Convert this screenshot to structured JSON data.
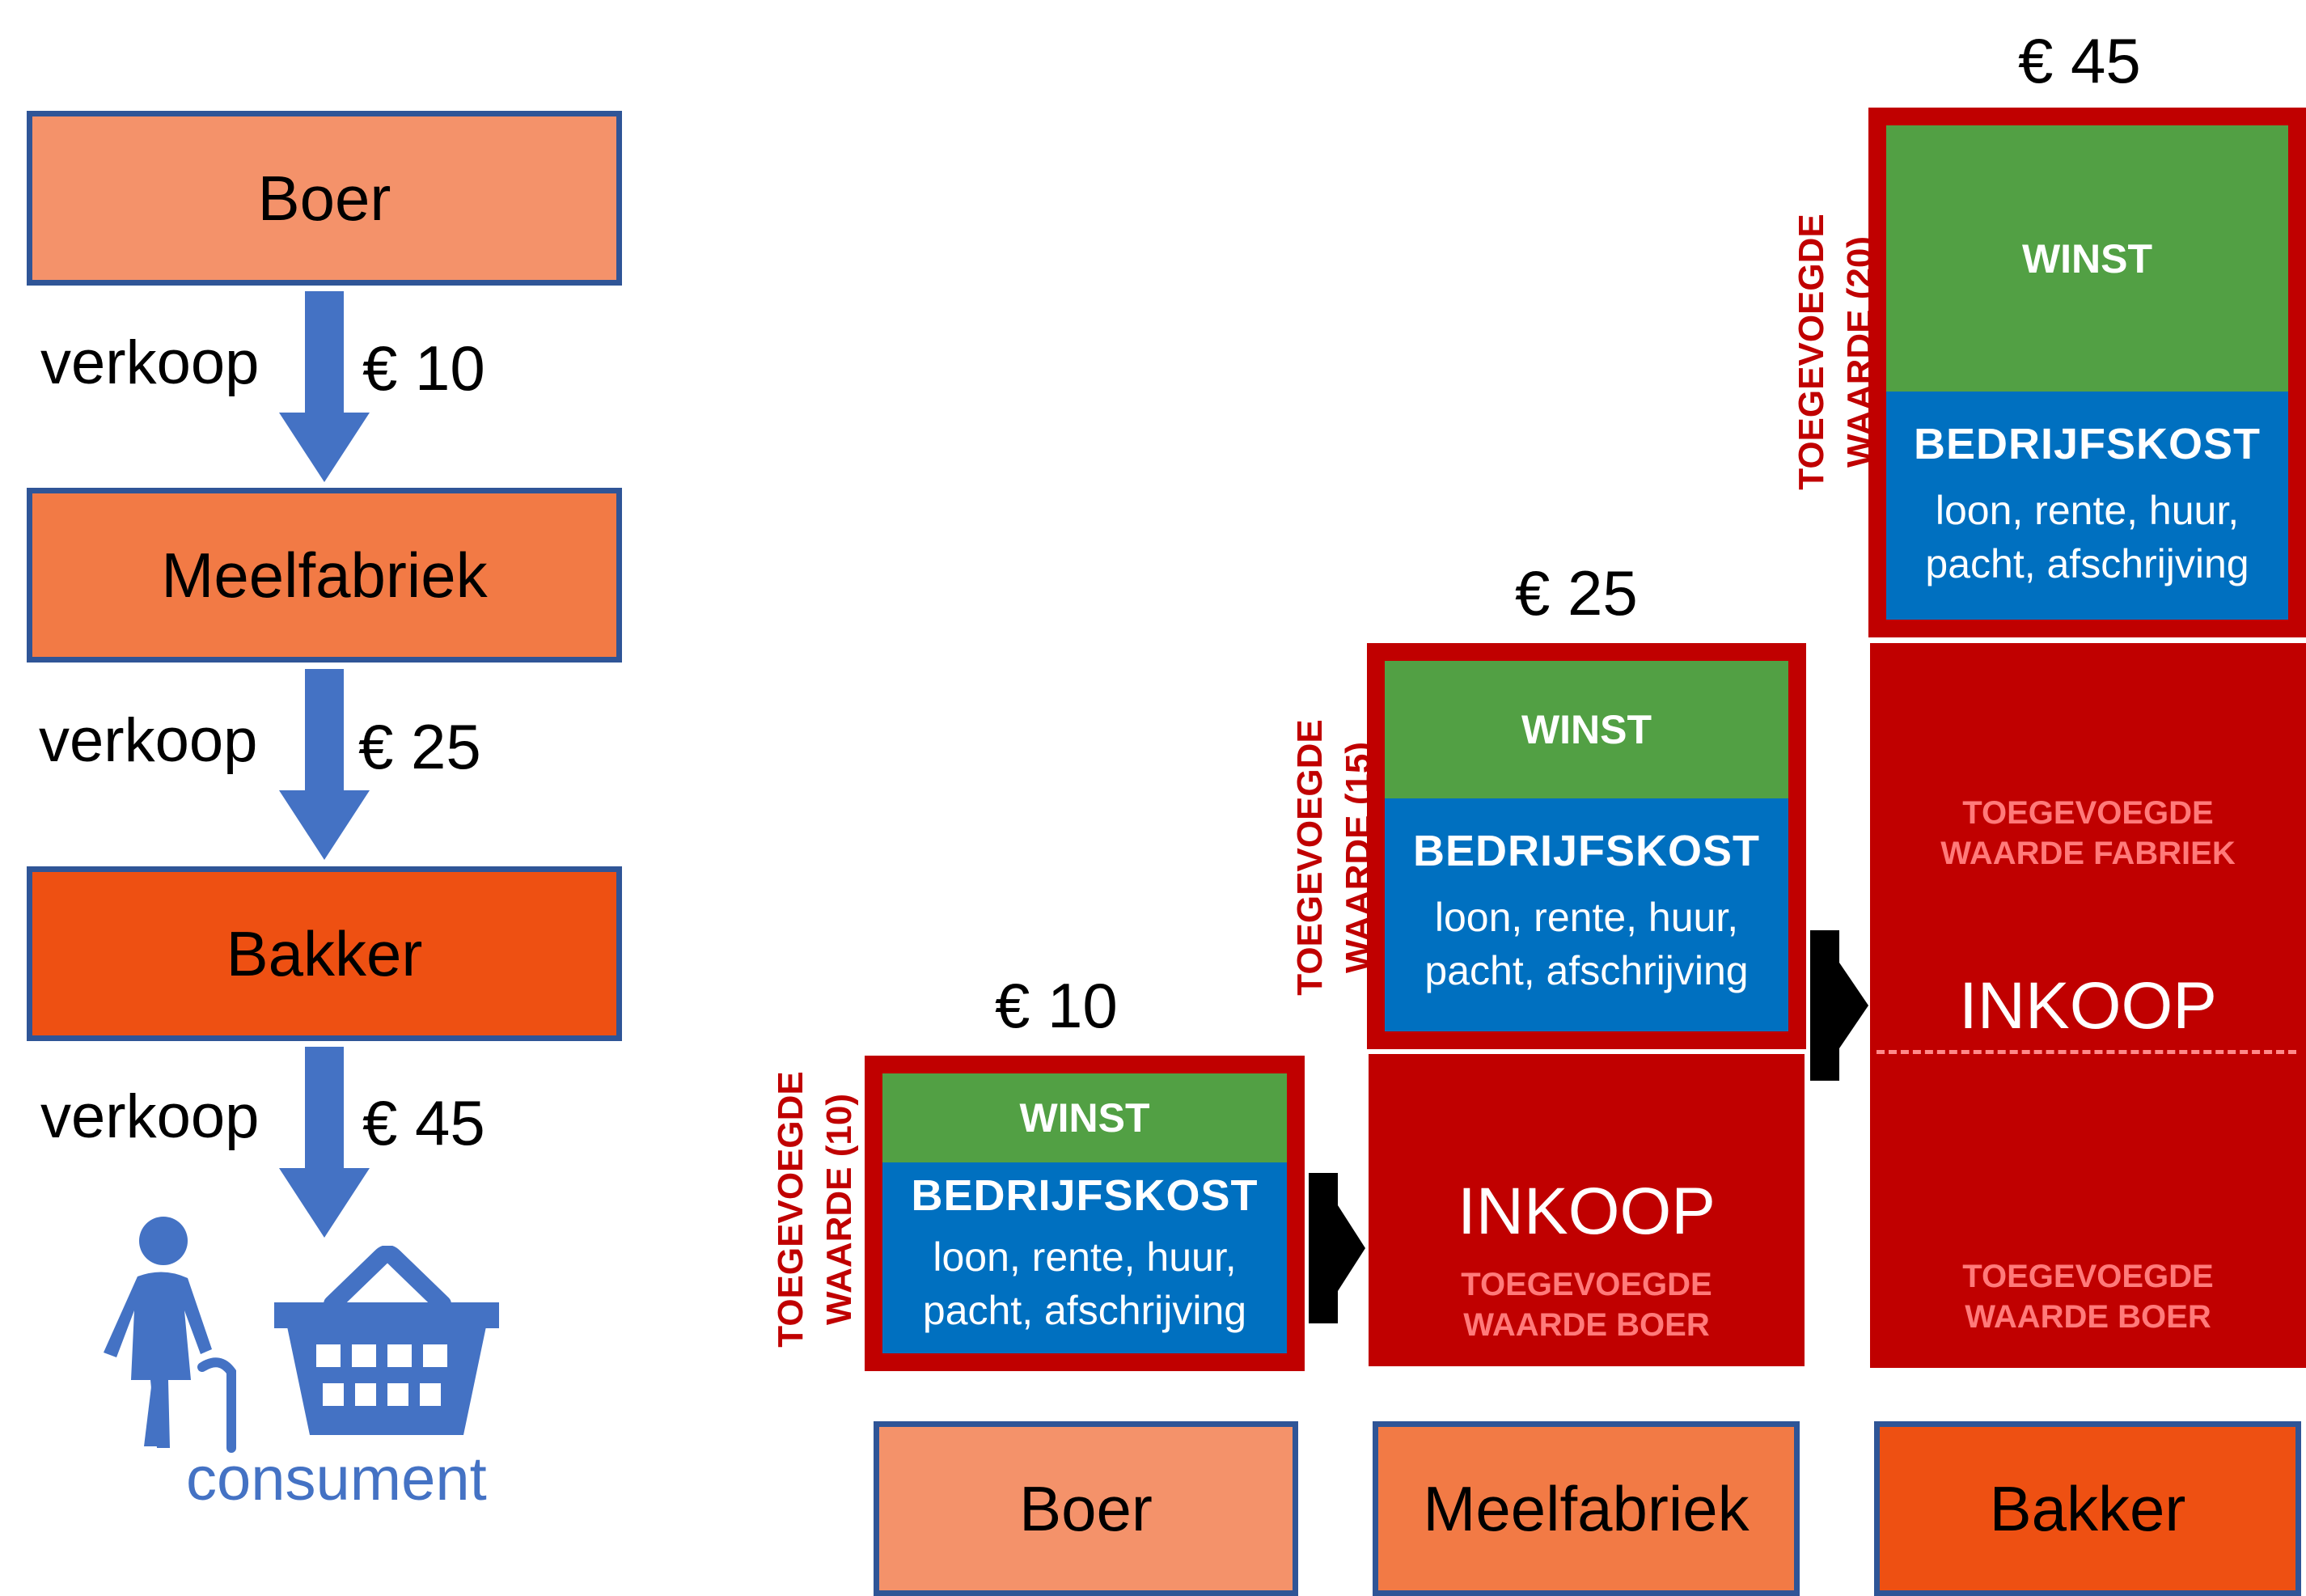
{
  "chain": {
    "boer": "Boer",
    "meelfabriek": "Meelfabriek",
    "bakker": "Bakker",
    "steps": [
      {
        "label": "verkoop",
        "price": "€ 10"
      },
      {
        "label": "verkoop",
        "price": "€ 25"
      },
      {
        "label": "verkoop",
        "price": "€ 45"
      }
    ],
    "consumer": "consument"
  },
  "bars": [
    {
      "price": "€ 10",
      "added_value": [
        "TOEGEVOEGDE",
        "WAARDE (10)"
      ],
      "winst": "WINST",
      "bedrijfskost": "BEDRIJFSKOST",
      "cost_lines": [
        "loon, rente, huur,",
        "pacht, afschrijving"
      ],
      "label": "Boer"
    },
    {
      "price": "€ 25",
      "added_value": [
        "TOEGEVOEGDE",
        "WAARDE (15)"
      ],
      "winst": "WINST",
      "bedrijfskost": "BEDRIJFSKOST",
      "cost_lines": [
        "loon, rente, huur,",
        "pacht, afschrijving"
      ],
      "inkoop": "INKOOP",
      "inkoop_sub": [
        "TOEGEVOEGDE",
        "WAARDE BOER"
      ],
      "label": "Meelfabriek"
    },
    {
      "price": "€ 45",
      "added_value": [
        "TOEGEVOEGDE",
        "WAARDE (20)"
      ],
      "winst": "WINST",
      "bedrijfskost": "BEDRIJFSKOST",
      "cost_lines": [
        "loon, rente, huur,",
        "pacht, afschrijving"
      ],
      "inkoop": "INKOOP",
      "inkoop_upper": [
        "TOEGEVOEGDE",
        "WAARDE FABRIEK"
      ],
      "inkoop_lower": [
        "TOEGEVOEGDE",
        "WAARDE BOER"
      ],
      "label": "Bakker"
    }
  ],
  "colors": {
    "boer": "#f4926a",
    "meelfabriek": "#f27a45",
    "bakker": "#ee5012",
    "border_blue": "#2f5597",
    "arrow_blue": "#4472c4",
    "red": "#c00000",
    "green": "#52a044",
    "blue": "#0070c0"
  }
}
